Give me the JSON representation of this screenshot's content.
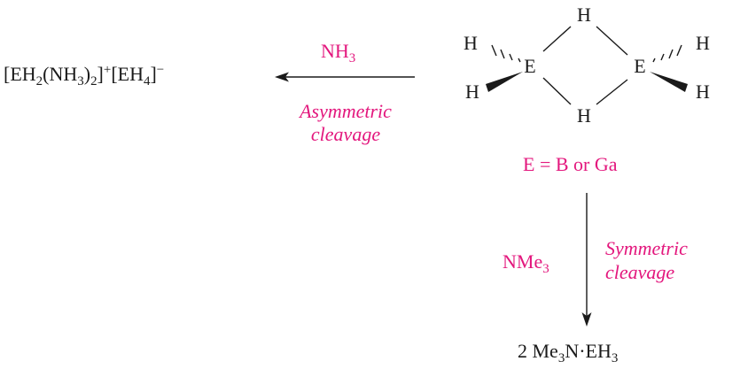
{
  "product_left": {
    "prefix": "[EH",
    "sub1": "2",
    "mid": "(NH",
    "sub2": "3",
    "mid2": ")",
    "sub3": "2",
    "close": "]",
    "sup1": "+",
    "anion_prefix": "[EH",
    "sub4": "4",
    "anion_close": "]",
    "sup2": "−"
  },
  "reagent_left": {
    "text": "NH",
    "sub": "3"
  },
  "label_left": {
    "line1": "Asymmetric",
    "line2": "cleavage"
  },
  "molecule": {
    "h_top": "H",
    "h_bottom": "H",
    "h_left_upper": "H",
    "h_left_lower": "H",
    "h_right_upper": "H",
    "h_right_lower": "H",
    "e_left": "E",
    "e_right": "E"
  },
  "element_note": "E = B or Ga",
  "reagent_down": {
    "text": "NMe",
    "sub": "3"
  },
  "label_down": {
    "line1": "Symmetric",
    "line2": "cleavage"
  },
  "product_bottom": {
    "coef": "2 Me",
    "sub1": "3",
    "mid": "N·EH",
    "sub2": "3"
  },
  "colors": {
    "accent": "#e3177d",
    "ink": "#1a1a1a"
  }
}
